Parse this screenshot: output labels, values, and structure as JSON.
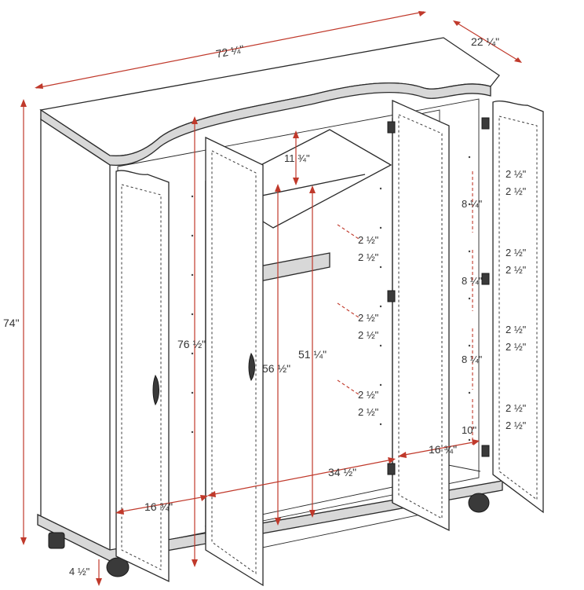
{
  "colors": {
    "dimension": "#c0392b",
    "outline": "#2a2a2a",
    "text": "#333333"
  },
  "dimensions": {
    "overall_width": "72 ¼\"",
    "overall_depth": "22 ¼\"",
    "overall_height": "74\"",
    "interior_height": "76 ½\"",
    "top_gap": "11 ¾\"",
    "hanging_height_outer": "56 ½\"",
    "hanging_height_inner": "51 ¼\"",
    "shelf_spacing": "2 ½\"",
    "shelf_block_spacing": "8 ¼\"",
    "bottom_shelf_gap": "10\"",
    "center_width": "34 ½\"",
    "side_width_left": "16 ¾\"",
    "side_width_right": "16 ¾\"",
    "foot_height": "4 ½\""
  }
}
